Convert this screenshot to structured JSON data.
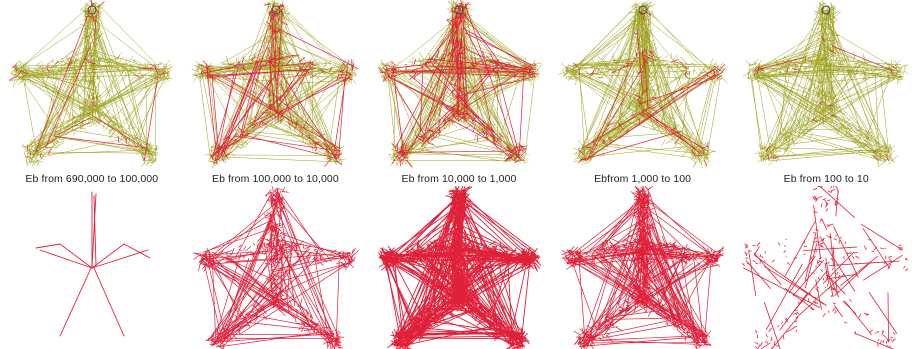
{
  "captions": [
    "Eb from 690,000 to 100,000",
    "Eb from 100,000 to 10,000",
    "Eb from 10,000 to 1,000",
    "Ebfrom 1,000 to 100",
    "Eb from 100 to 10"
  ],
  "colors": {
    "base": "#9ea21d",
    "highlight": "#e0203a",
    "node": "#444444"
  },
  "panels": [
    {
      "name": "panel-1",
      "red_density": 0.08,
      "bottom_density": 0.06
    },
    {
      "name": "panel-2",
      "red_density": 0.35,
      "bottom_density": 0.45
    },
    {
      "name": "panel-3",
      "red_density": 0.55,
      "bottom_density": 1.0
    },
    {
      "name": "panel-4",
      "red_density": 0.15,
      "bottom_density": 0.7
    },
    {
      "name": "panel-5",
      "red_density": 0.04,
      "bottom_density": 0.2
    }
  ]
}
